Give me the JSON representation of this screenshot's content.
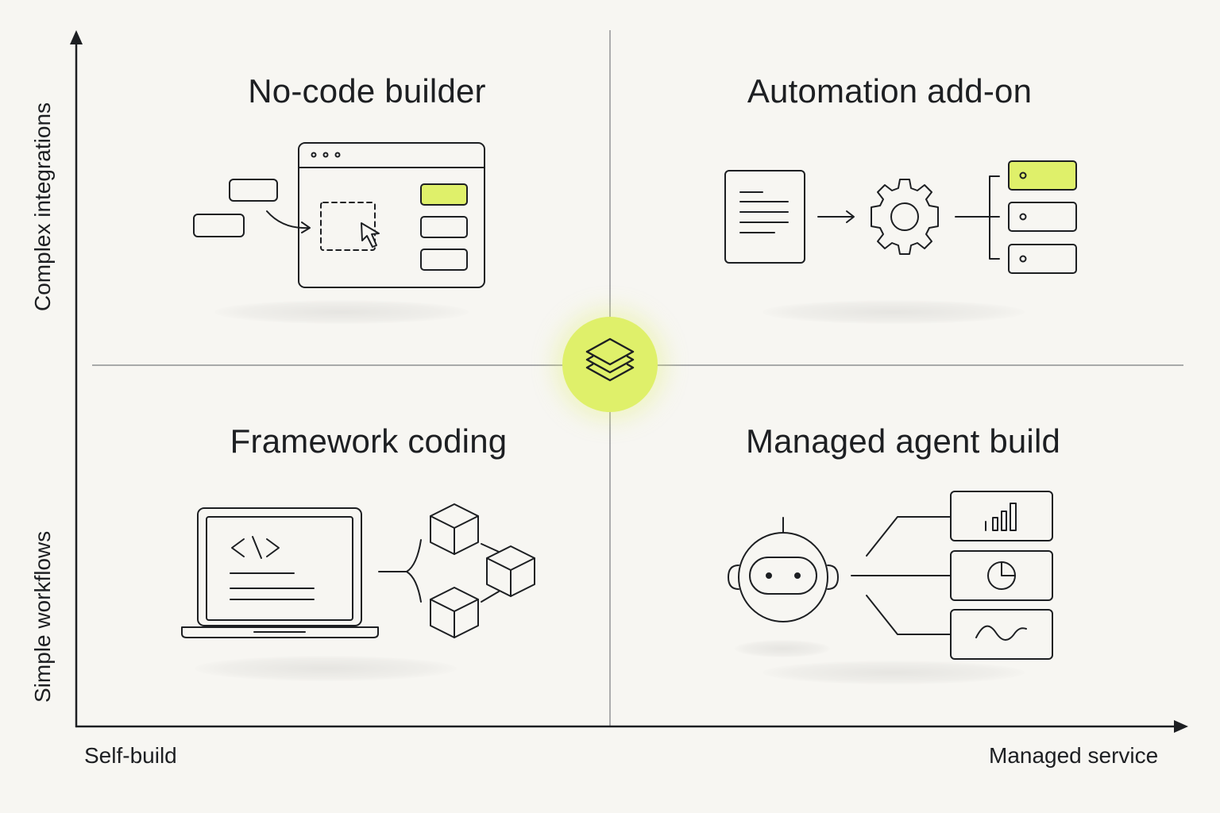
{
  "axes": {
    "x_left_label": "Self-build",
    "x_right_label": "Managed service",
    "y_top_label": "Complex integrations",
    "y_bottom_label": "Simple workflows"
  },
  "quadrants": {
    "top_left": {
      "title": "No-code builder",
      "icon": "browser-drag-drop-icon"
    },
    "top_right": {
      "title": "Automation add-on",
      "icon": "document-gear-list-icon"
    },
    "bottom_left": {
      "title": "Framework coding",
      "icon": "laptop-code-cubes-icon"
    },
    "bottom_right": {
      "title": "Managed agent build",
      "icon": "robot-dashboard-icon"
    }
  },
  "center": {
    "icon": "layers-icon"
  },
  "colors": {
    "accent": "#dff06a",
    "ink": "#1d1f22",
    "background": "#f7f6f2",
    "gridline": "#6b6e72"
  }
}
